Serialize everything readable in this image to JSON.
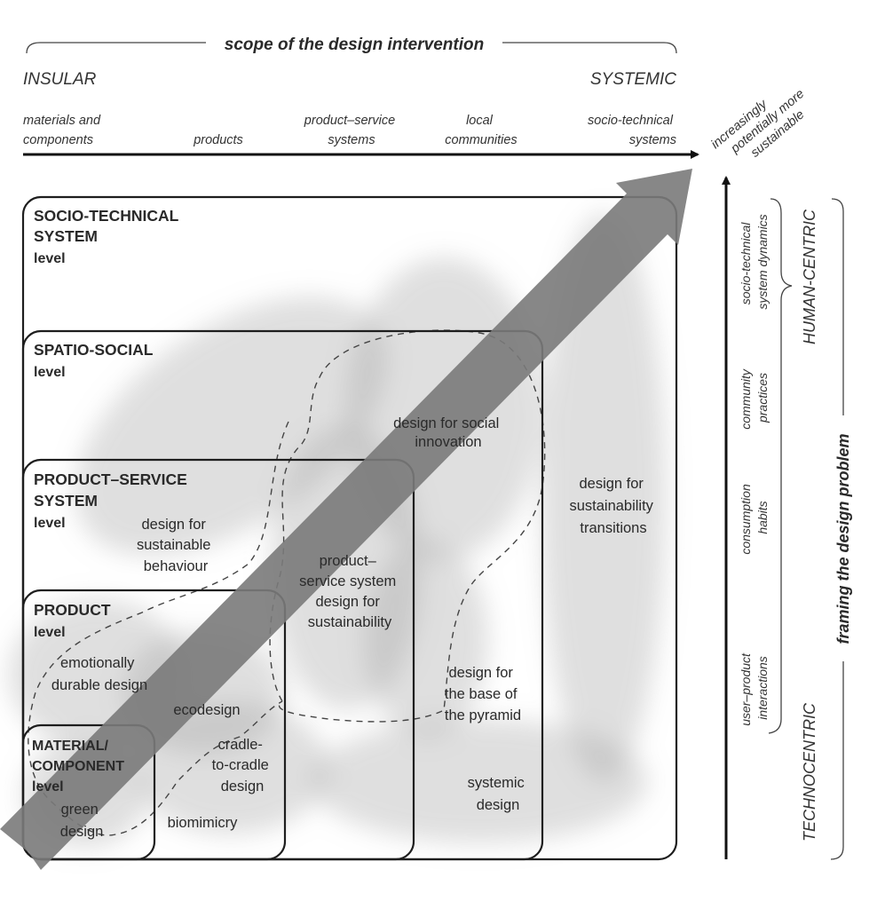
{
  "scope": {
    "title": "scope of the design intervention",
    "left": "INSULAR",
    "right": "SYSTEMIC",
    "levels": [
      [
        "materials and",
        "components"
      ],
      [
        "products"
      ],
      [
        "product–service",
        "systems"
      ],
      [
        "local",
        "communities"
      ],
      [
        "socio-technical",
        "systems"
      ]
    ]
  },
  "diagonal_label": [
    "increasingly",
    "potentially more",
    "sustainable"
  ],
  "framing": {
    "title": "framing the design problem",
    "top": "HUMAN-CENTRIC",
    "bottom": "TECHNOCENTRIC",
    "levels": [
      [
        "user–product",
        "interactions"
      ],
      [
        "consumption",
        "habits"
      ],
      [
        "community",
        "practices"
      ],
      [
        "socio-technical",
        "system dynamics"
      ]
    ]
  },
  "boxes": {
    "socio_technical": [
      "SOCIO-TECHNICAL",
      "SYSTEM",
      "level"
    ],
    "spatio_social": [
      "SPATIO-SOCIAL",
      "level"
    ],
    "pss": [
      "PRODUCT–SERVICE",
      "SYSTEM",
      "level"
    ],
    "product": [
      "PRODUCT",
      "level"
    ],
    "material": [
      "MATERIAL/",
      "COMPONENT",
      "level"
    ]
  },
  "approaches": {
    "social_innovation": [
      "design for social",
      "innovation"
    ],
    "transitions": [
      "design for",
      "sustainability",
      "transitions"
    ],
    "behaviour": [
      "design for",
      "sustainable",
      "behaviour"
    ],
    "pss_design": [
      "product–",
      "service system",
      "design for",
      "sustainability"
    ],
    "emotional": [
      "emotionally",
      "durable design"
    ],
    "ecodesign": [
      "ecodesign"
    ],
    "base_pyramid": [
      "design for",
      "the base of",
      "the pyramid"
    ],
    "cradle": [
      "cradle-",
      "to-cradle",
      "design"
    ],
    "systemic": [
      "systemic",
      "design"
    ],
    "green": [
      "green",
      "design"
    ],
    "biomimicry": [
      "biomimicry"
    ]
  }
}
